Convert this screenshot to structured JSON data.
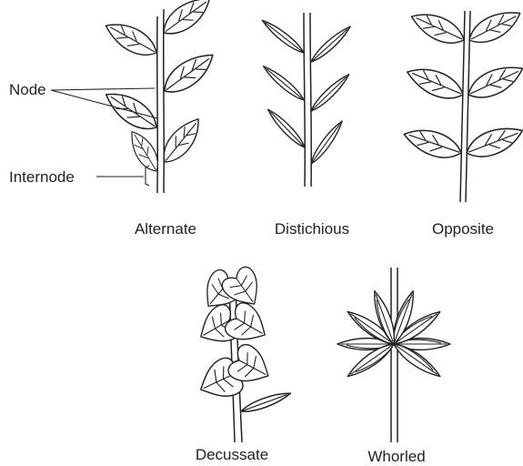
{
  "labels": {
    "node": "Node",
    "internode": "Internode"
  },
  "arrangements": [
    {
      "id": "alternate",
      "caption": "Alternate"
    },
    {
      "id": "distichious",
      "caption": "Distichious"
    },
    {
      "id": "opposite",
      "caption": "Opposite"
    },
    {
      "id": "decussate",
      "caption": "Decussate"
    },
    {
      "id": "whorled",
      "caption": "Whorled"
    }
  ],
  "colors": {
    "line": "#222222",
    "fill": "#ffffff"
  }
}
